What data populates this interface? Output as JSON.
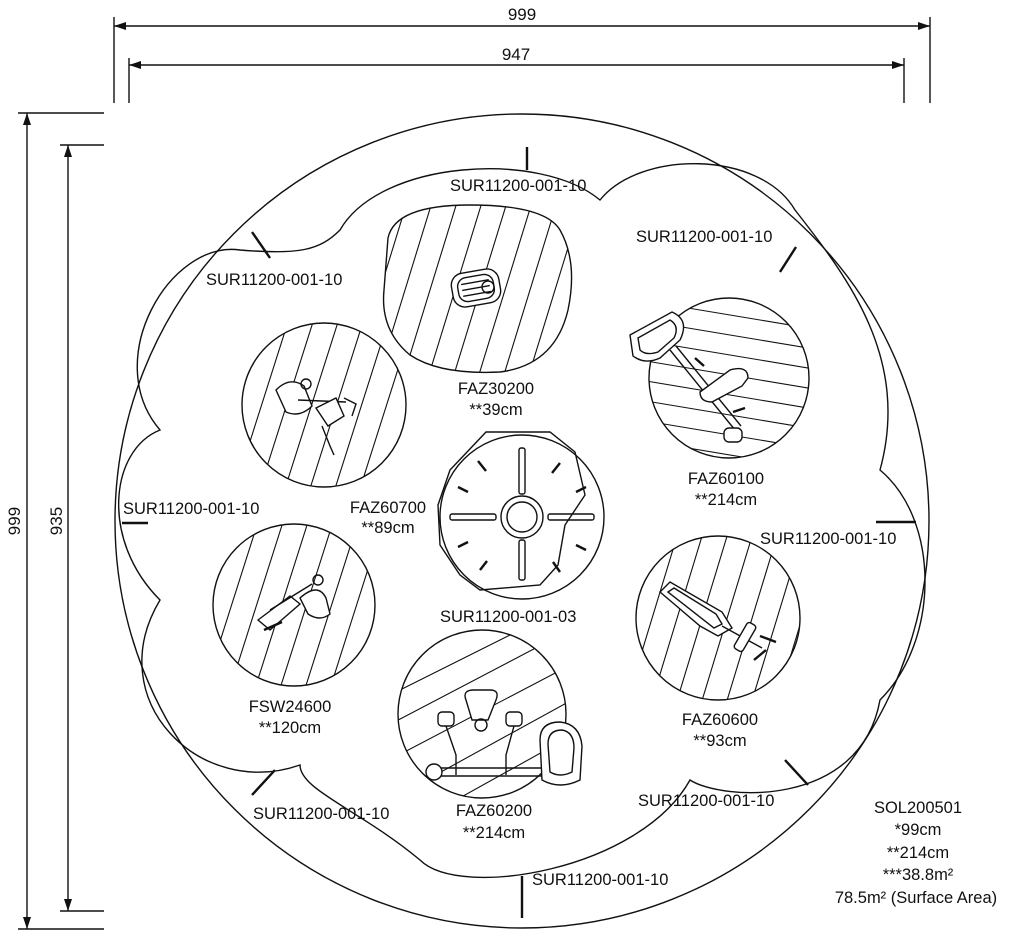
{
  "colors": {
    "line": "#111111",
    "background": "#ffffff"
  },
  "dimensions": {
    "outer_width": "999",
    "inner_width": "947",
    "outer_height": "999",
    "inner_height": "935"
  },
  "surface_labels": {
    "top": "SUR11200-001-10",
    "upper_right": "SUR11200-001-10",
    "upper_left": "SUR11200-001-10",
    "left": "SUR11200-001-10",
    "right": "SUR11200-001-10",
    "lower_left": "SUR11200-001-10",
    "lower_right": "SUR11200-001-10",
    "bottom": "SUR11200-001-10",
    "center": "SUR11200-001-03"
  },
  "equipment": {
    "faz30200": {
      "code": "FAZ30200",
      "height": "**39cm"
    },
    "faz60100": {
      "code": "FAZ60100",
      "height": "**214cm"
    },
    "faz60700": {
      "code": "FAZ60700",
      "height": "**89cm"
    },
    "fsw24600": {
      "code": "FSW24600",
      "height": "**120cm"
    },
    "faz60200": {
      "code": "FAZ60200",
      "height": "**214cm"
    },
    "faz60600": {
      "code": "FAZ60600",
      "height": "**93cm"
    }
  },
  "legend": {
    "code": "SOL200501",
    "line1": "*99cm",
    "line2": "**214cm",
    "line3": "***38.8m²",
    "line4": "78.5m² (Surface Area)"
  }
}
